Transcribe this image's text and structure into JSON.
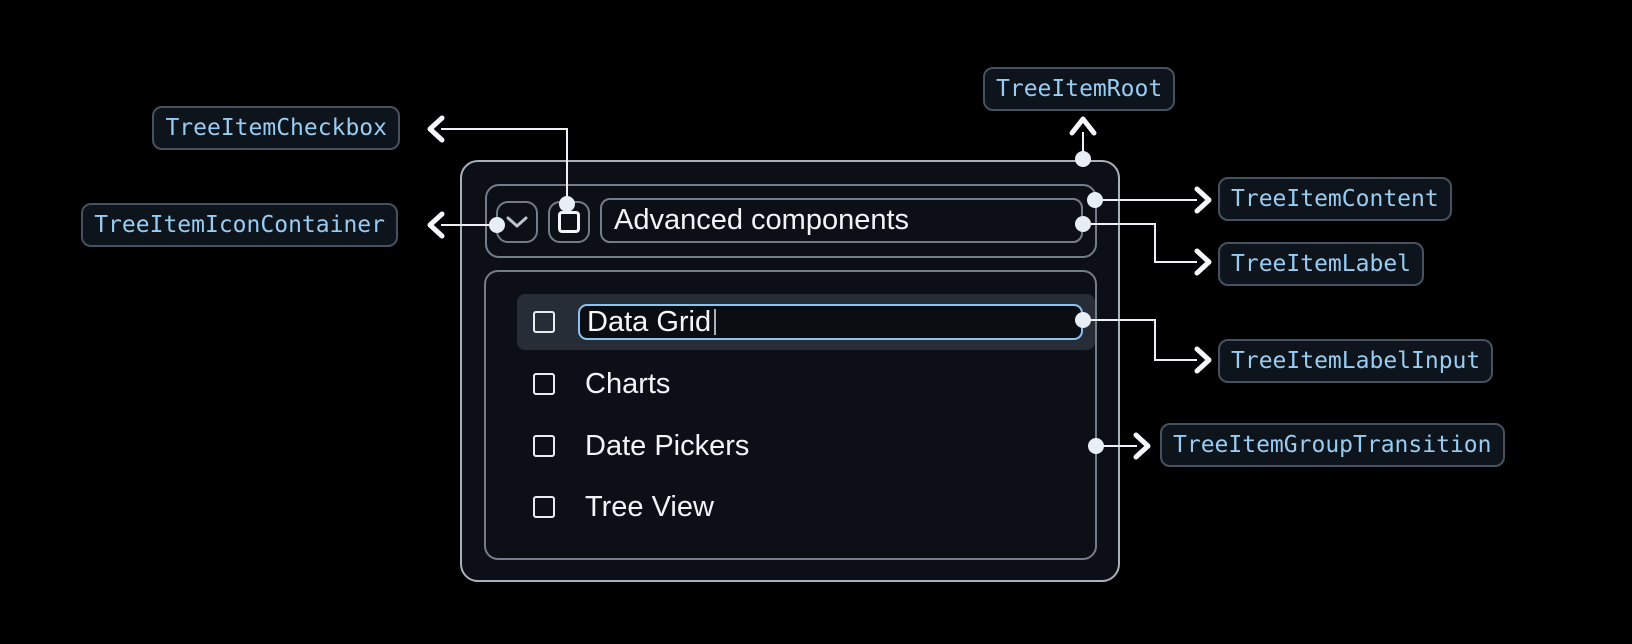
{
  "annotations": {
    "root": "TreeItemRoot",
    "checkbox": "TreeItemCheckbox",
    "icon_container": "TreeItemIconContainer",
    "content": "TreeItemContent",
    "label": "TreeItemLabel",
    "label_input": "TreeItemLabelInput",
    "group_transition": "TreeItemGroupTransition"
  },
  "tree": {
    "parent": {
      "label": "Advanced components",
      "expanded": true,
      "checkbox_checked": false
    },
    "editing_item": {
      "input_value": "Data Grid",
      "checkbox_checked": false
    },
    "children": [
      "Charts",
      "Date Pickers",
      "Tree View"
    ]
  },
  "icons": {
    "expand_icon": "chevron-down",
    "checkbox_unchecked_icon": "square-outline"
  },
  "colors": {
    "page_background": "#000000",
    "panel_background": "#0C1016",
    "outer_border": "#A9B1BA",
    "inner_border": "#747D87",
    "badge_text": "#99CCF3",
    "badge_border": "#46525F",
    "badge_background": "#0D141B",
    "input_focus_border": "#8CC2F0",
    "row_highlight_background": "#272D36",
    "arrow": "#EDF1F6",
    "text": "#F2F4F7"
  }
}
